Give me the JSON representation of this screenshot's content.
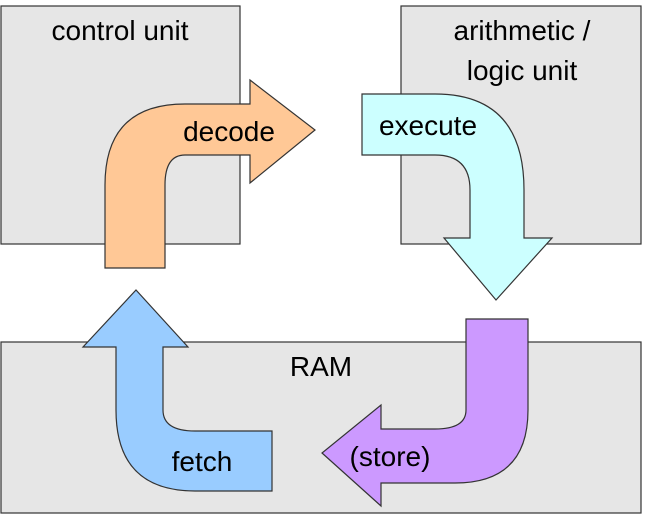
{
  "boxes": {
    "control_unit": {
      "label": "control unit"
    },
    "alu": {
      "label_line1": "arithmetic /",
      "label_line2": "logic unit"
    },
    "ram": {
      "label": "RAM"
    }
  },
  "arrows": {
    "decode": {
      "label": "decode",
      "color": "#ffc896"
    },
    "execute": {
      "label": "execute",
      "color": "#ccffff"
    },
    "store": {
      "label": "(store)",
      "color": "#cc99ff"
    },
    "fetch": {
      "label": "fetch",
      "color": "#99ccff"
    }
  },
  "colors": {
    "box_fill": "#e6e6e6",
    "stroke": "#333333"
  }
}
